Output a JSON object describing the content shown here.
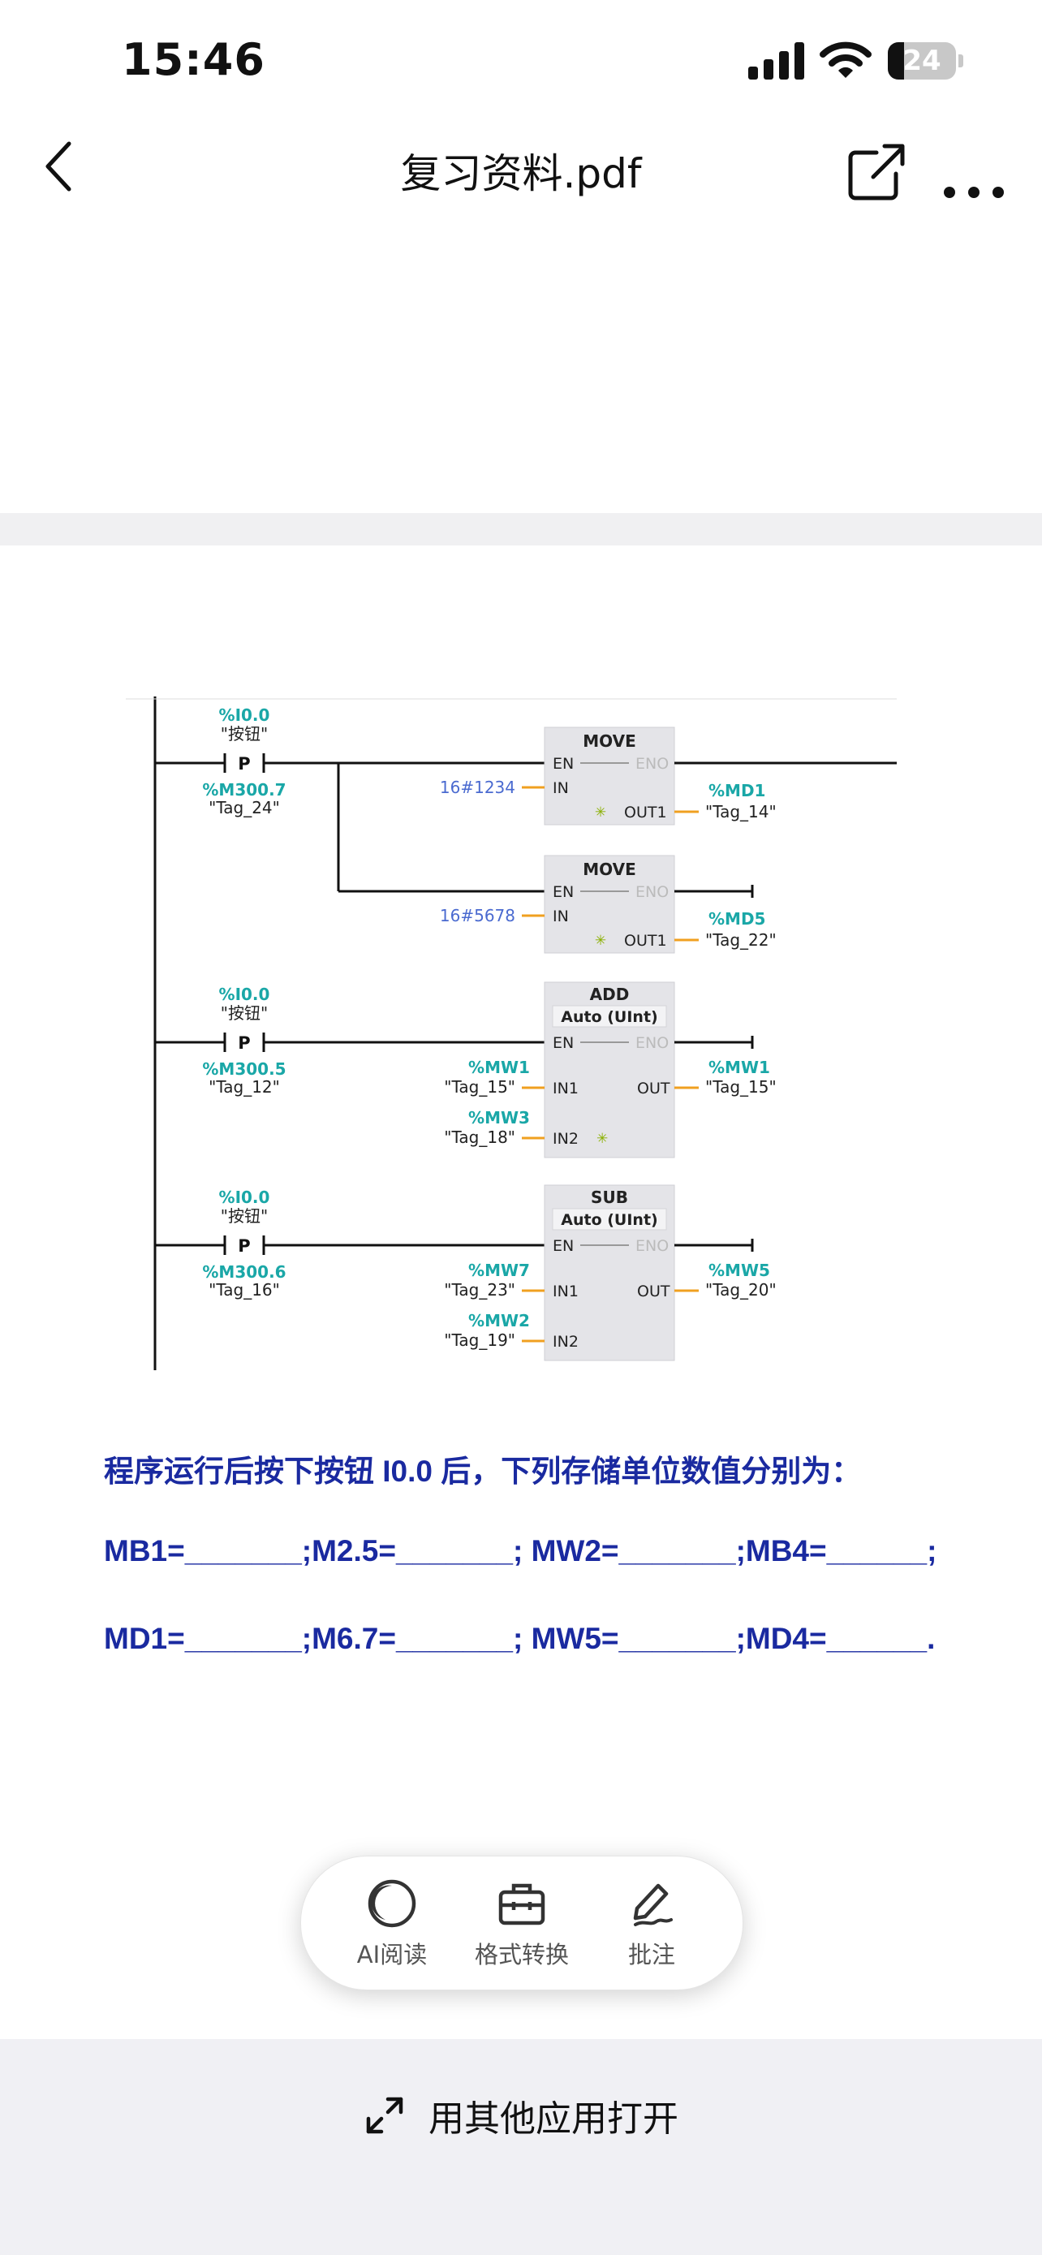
{
  "status_bar": {
    "time": "15:46",
    "battery_level": "24",
    "battery_fraction": 0.24
  },
  "nav": {
    "title": "复习资料.pdf"
  },
  "diagram": {
    "rungs": [
      {
        "contact_address": "%I0.0",
        "contact_tag": "\"按钮\"",
        "edge_label": "P",
        "edge_address": "%M300.7",
        "edge_tag": "\"Tag_24\""
      },
      {
        "contact_address": "%I0.0",
        "contact_tag": "\"按钮\"",
        "edge_label": "P",
        "edge_address": "%M300.5",
        "edge_tag": "\"Tag_12\""
      },
      {
        "contact_address": "%I0.0",
        "contact_tag": "\"按钮\"",
        "edge_label": "P",
        "edge_address": "%M300.6",
        "edge_tag": "\"Tag_16\""
      }
    ],
    "move1": {
      "title": "MOVE",
      "en": "EN",
      "eno": "ENO",
      "in_pin": "IN",
      "in_value": "16#1234",
      "out_pin": "OUT1",
      "out_address": "%MD1",
      "out_tag": "\"Tag_14\""
    },
    "move2": {
      "title": "MOVE",
      "en": "EN",
      "eno": "ENO",
      "in_pin": "IN",
      "in_value": "16#5678",
      "out_pin": "OUT1",
      "out_address": "%MD5",
      "out_tag": "\"Tag_22\""
    },
    "add": {
      "title": "ADD",
      "type": "Auto (UInt)",
      "en": "EN",
      "eno": "ENO",
      "in1": "IN1",
      "in2": "IN2",
      "out": "OUT",
      "in1_address": "%MW1",
      "in1_tag": "\"Tag_15\"",
      "in2_address": "%MW3",
      "in2_tag": "\"Tag_18\"",
      "out_address": "%MW1",
      "out_tag": "\"Tag_15\""
    },
    "sub": {
      "title": "SUB",
      "type": "Auto (UInt)",
      "en": "EN",
      "eno": "ENO",
      "in1": "IN1",
      "in2": "IN2",
      "out": "OUT",
      "in1_address": "%MW7",
      "in1_tag": "\"Tag_23\"",
      "in2_address": "%MW2",
      "in2_tag": "\"Tag_19\"",
      "out_address": "%MW5",
      "out_tag": "\"Tag_20\""
    }
  },
  "question": {
    "title": "程序运行后按下按钮 I0.0 后，下列存储单位数值分别为：",
    "line1": "MB1=_______;M2.5=_______; MW2=_______;MB4=______;",
    "line2": "MD1=_______;M6.7=_______; MW5=_______;MD4=______."
  },
  "toolbar": {
    "ai_read": "AI阅读",
    "format_convert": "格式转换",
    "annotate": "批注"
  },
  "open_with": {
    "label": "用其他应用打开"
  }
}
